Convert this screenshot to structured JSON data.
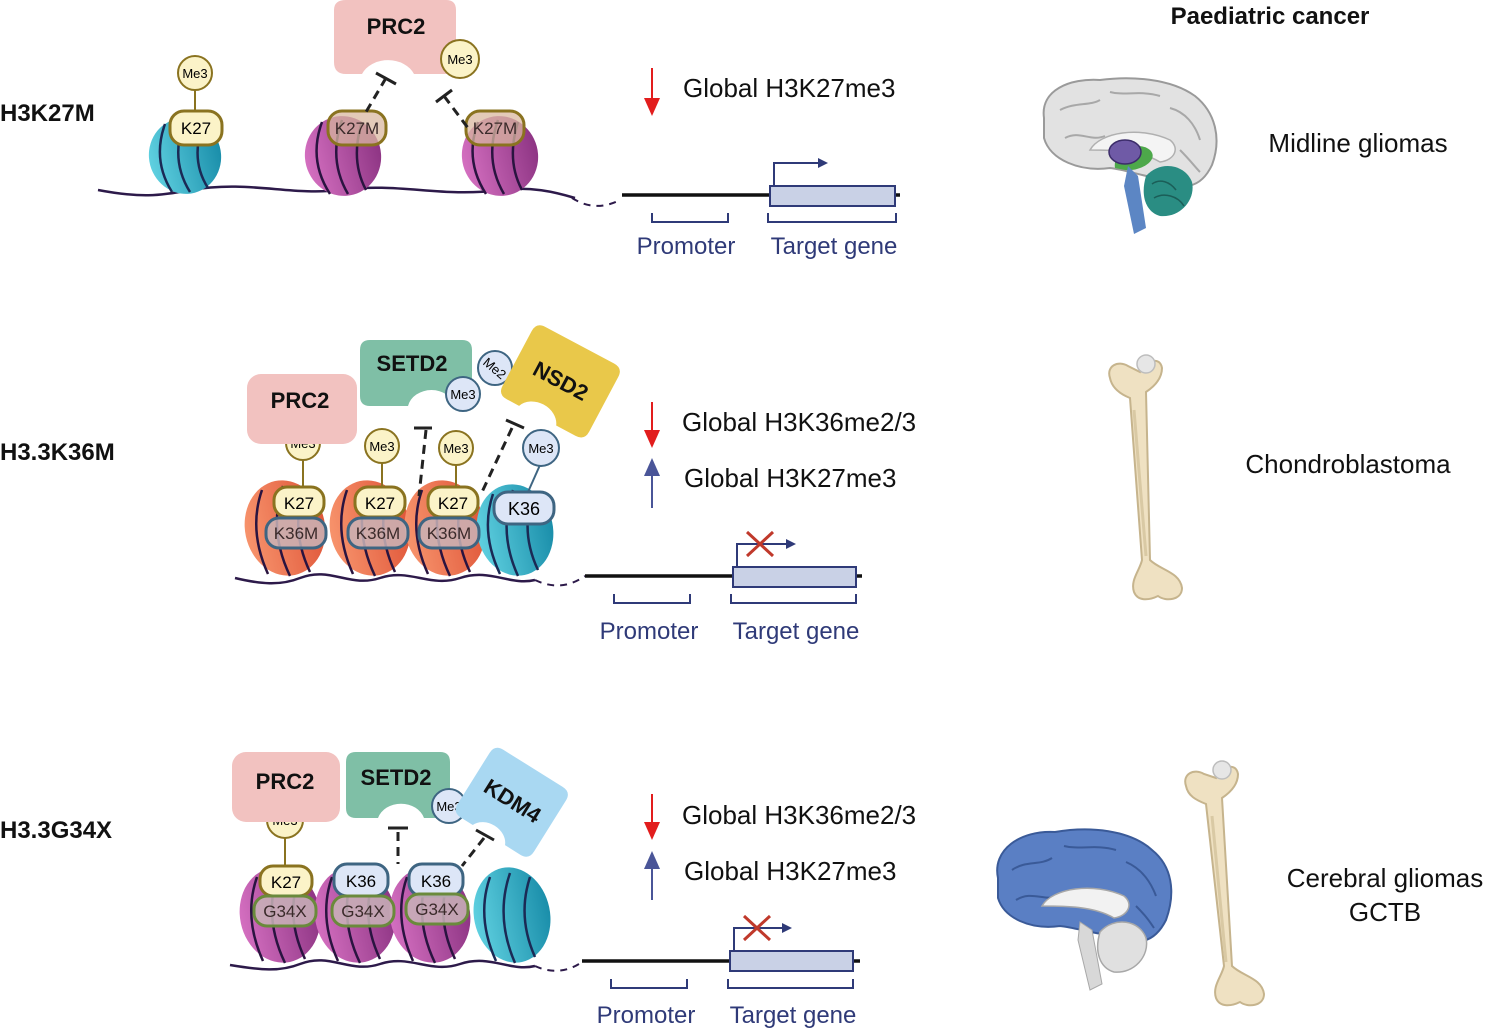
{
  "header": {
    "title": "Paediatric cancer"
  },
  "common": {
    "promoter": "Promoter",
    "target_gene": "Target gene",
    "me3": "Me3",
    "me2": "Me2"
  },
  "rows": [
    {
      "id": "h3k27m",
      "label": "H3K27M",
      "enzymes": {
        "prc2": "PRC2"
      },
      "residues": [
        "K27",
        "K27M",
        "K27M"
      ],
      "effects": [
        {
          "direction": "down",
          "text": "Global H3K27me3"
        }
      ],
      "cancer": [
        "Midline gliomas"
      ],
      "tissue": "brain-midline"
    },
    {
      "id": "h33k36m",
      "label": "H3.3K36M",
      "enzymes": {
        "prc2": "PRC2",
        "setd2": "SETD2",
        "nsd2": "NSD2"
      },
      "residues_top": [
        "K27",
        "K27",
        "K27"
      ],
      "residues_bottom": [
        "K36M",
        "K36M",
        "K36M"
      ],
      "residue_wt": "K36",
      "effects": [
        {
          "direction": "down",
          "text": "Global H3K36me2/3"
        },
        {
          "direction": "up",
          "text": "Global H3K27me3"
        }
      ],
      "cancer": [
        "Chondroblastoma"
      ],
      "tissue": "femur"
    },
    {
      "id": "h33g34x",
      "label": "H3.3G34X",
      "enzymes": {
        "prc2": "PRC2",
        "setd2": "SETD2",
        "kdm4": "KDM4"
      },
      "residues_top": [
        "K27",
        "K36",
        "K36"
      ],
      "residues_bottom": [
        "G34X",
        "G34X",
        "G34X"
      ],
      "effects": [
        {
          "direction": "down",
          "text": "Global H3K36me2/3"
        },
        {
          "direction": "up",
          "text": "Global H3K27me3"
        }
      ],
      "cancer": [
        "Cerebral gliomas",
        "GCTB"
      ],
      "tissue": "brain-cortex-and-femur"
    }
  ],
  "colors": {
    "prc2": "#f2c2c0",
    "setd2": "#7fbfa6",
    "nsd2": "#e9c84a",
    "kdm4": "#a9d8f2",
    "nucleosome_teal": "#2eb3c9",
    "nucleosome_magenta": "#b04a9e",
    "nucleosome_orange": "#ee7a55",
    "dna": "#2d1a4a",
    "arrow_down": "#e21d1d",
    "arrow_up": "#4a5598",
    "gene_box": "#c9d1e6",
    "text_blue": "#2f3a78",
    "cross": "#c0392b"
  }
}
